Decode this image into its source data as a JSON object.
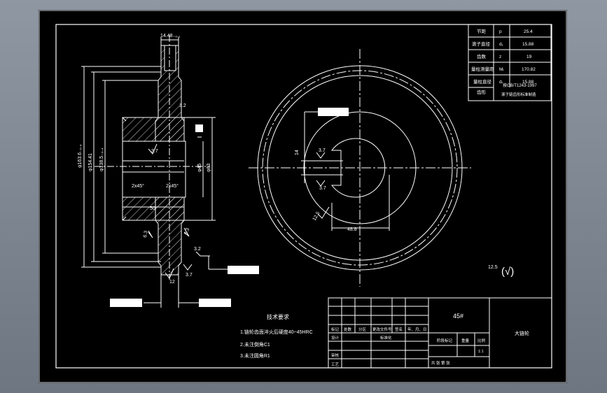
{
  "colors": {
    "workspace": "#000000",
    "line": "#ffffff",
    "app_bg": "#7d8591"
  },
  "params": [
    {
      "name": "节距",
      "sym": "p",
      "value": "25.4"
    },
    {
      "name": "滚子直径",
      "sym": "d₁",
      "value": "15.88"
    },
    {
      "name": "齿数",
      "sym": "z",
      "value": "19"
    },
    {
      "name": "量柱测量距",
      "sym": "Mᵣ",
      "value": "170.82"
    },
    {
      "name": "量柱直径",
      "sym": "dᵣ",
      "value": "15.88"
    }
  ],
  "standard": {
    "label": "齿形",
    "line1": "按GB/T1243-1997",
    "line2": "滚子链齿形标准制造"
  },
  "requirements": {
    "title": "技术要求",
    "items": [
      "1.链轮齿面淬火后硬度40~45HRC",
      "2.未注倒角C1",
      "3.未注圆角R1"
    ]
  },
  "title_block": {
    "material": "45#",
    "part_name": "大链轮",
    "row_labels": [
      "标记",
      "处数",
      "分区",
      "更改文件号",
      "签名",
      "年、月、日"
    ],
    "design": "设计",
    "standardize": "标准化",
    "review": "审核",
    "process": "工艺",
    "stage": "阶段标记",
    "weight": "重量",
    "scale": "比例",
    "scale_value": "1:1",
    "sheets": "共  张  第  张"
  },
  "dims": {
    "top_width": "14.48₋₀.₁",
    "od_left": "φ163.6₋₀.₄",
    "pitch_d": "φ154.41",
    "root_d": "φ138.5₋₀.₄",
    "bore": "φ45",
    "hub_d": "φ83",
    "chamfer1": "2x45°",
    "chamfer2": "2x45°",
    "hub_len": "50",
    "ra_small": "3.2",
    "ra_37a": "3.7",
    "ra_37b": "3.7",
    "ra_37c": "3.7",
    "ra_37d": "3.7",
    "ra_12": "12",
    "ra_63a": "6.3",
    "ra_63b": "6.3",
    "ra_125": "12.5",
    "ra_32": "3.2",
    "keyway_w": "14",
    "keyway_depth": "48.8",
    "general_ra": "12.5",
    "general_sym": "(√)"
  }
}
